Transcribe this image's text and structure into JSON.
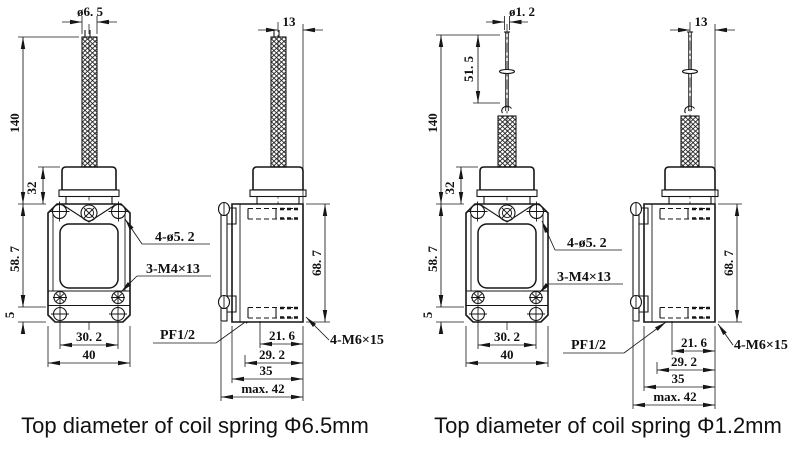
{
  "captions": {
    "left": "Top diameter of coil spring Φ6.5mm",
    "right": "Top diameter of coil spring Φ1.2mm"
  },
  "views": {
    "front_a": {
      "spring_dia": "ø6. 5",
      "overall_length": "140",
      "head_height": "32",
      "body_height": "58. 7",
      "foot_height": "5",
      "hole_pitch": "30. 2",
      "body_width": "40",
      "mounting_holes": "4-ø5. 2",
      "cover_screws": "3-M4×13",
      "conduit_thread": "PF1/2"
    },
    "side_a": {
      "tip_offset": "13",
      "case_height": "68. 7",
      "depth_1": "21. 6",
      "depth_2": "29. 2",
      "depth_3": "35",
      "depth_max": "max. 42",
      "terminal_screws": "4-M6×15"
    },
    "front_b": {
      "spring_dia": "ø1. 2",
      "wire_length": "51. 5",
      "overall_length": "140",
      "head_height": "32",
      "body_height": "58. 7",
      "foot_height": "5",
      "hole_pitch": "30. 2",
      "body_width": "40",
      "mounting_holes": "4-ø5. 2",
      "cover_screws": "3-M4×13",
      "conduit_thread": "PF1/2"
    },
    "side_b": {
      "tip_offset": "13",
      "case_height": "68. 7",
      "depth_1": "21. 6",
      "depth_2": "29. 2",
      "depth_3": "35",
      "depth_max": "max. 42",
      "terminal_screws": "4-M6×15"
    }
  }
}
